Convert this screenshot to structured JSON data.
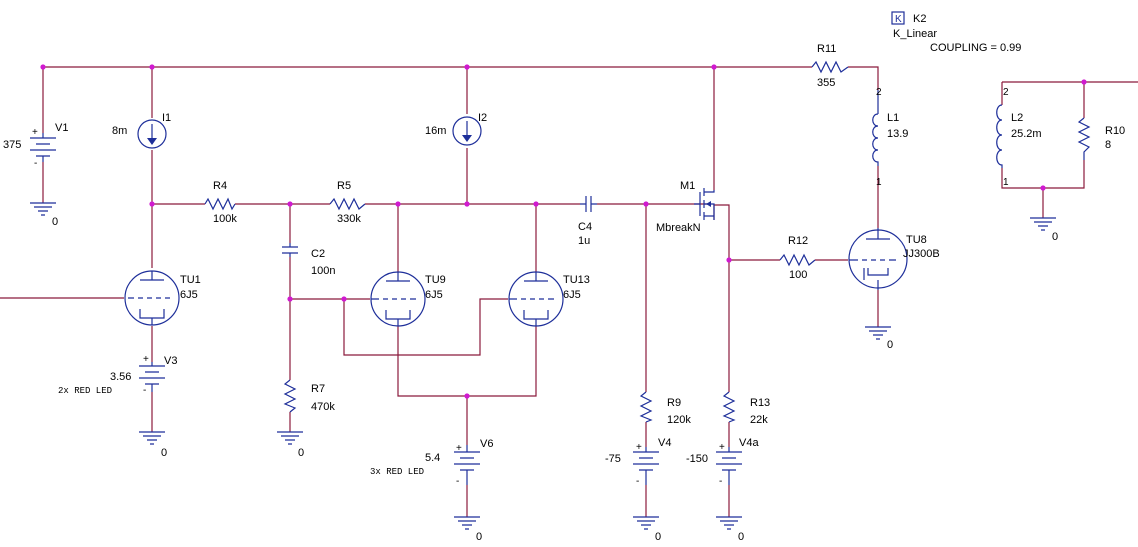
{
  "k2": {
    "ref": "K2",
    "model": "K_Linear",
    "coupling": "COUPLING = 0.99",
    "icon": "k-box-icon"
  },
  "v1": {
    "ref": "V1",
    "value": "375"
  },
  "i1": {
    "ref": "I1",
    "value": "8m"
  },
  "i2": {
    "ref": "I2",
    "value": "16m"
  },
  "r4": {
    "ref": "R4",
    "value": "100k"
  },
  "r5": {
    "ref": "R5",
    "value": "330k"
  },
  "c4": {
    "ref": "C4",
    "value": "1u"
  },
  "m1": {
    "ref": "M1",
    "model": "MbreakN"
  },
  "r11": {
    "ref": "R11",
    "value": "355"
  },
  "l1": {
    "ref": "L1",
    "value": "13.9",
    "pin_top": "2",
    "pin_bottom": "1"
  },
  "l2": {
    "ref": "L2",
    "value": "25.2m",
    "pin_top": "2",
    "pin_bottom": "1"
  },
  "r10": {
    "ref": "R10",
    "value": "8"
  },
  "c2": {
    "ref": "C2",
    "value": "100n"
  },
  "tu1": {
    "ref": "TU1",
    "model": "6J5"
  },
  "tu9": {
    "ref": "TU9",
    "model": "6J5"
  },
  "tu13": {
    "ref": "TU13",
    "model": "6J5"
  },
  "tu8": {
    "ref": "TU8",
    "model": "JJ300B"
  },
  "r12": {
    "ref": "R12",
    "value": "100"
  },
  "v3": {
    "ref": "V3",
    "value": "3.56",
    "note": "2x RED LED"
  },
  "r7": {
    "ref": "R7",
    "value": "470k"
  },
  "v6": {
    "ref": "V6",
    "value": "5.4",
    "note": "3x RED LED"
  },
  "r9": {
    "ref": "R9",
    "value": "120k"
  },
  "v4": {
    "ref": "V4",
    "value": "-75"
  },
  "r13": {
    "ref": "R13",
    "value": "22k"
  },
  "v4a": {
    "ref": "V4a",
    "value": "-150"
  },
  "gnd": {
    "label": "0"
  },
  "colors": {
    "wire": "#8b1a3c",
    "component": "#1e2f9a",
    "junction": "#d01ad0"
  }
}
